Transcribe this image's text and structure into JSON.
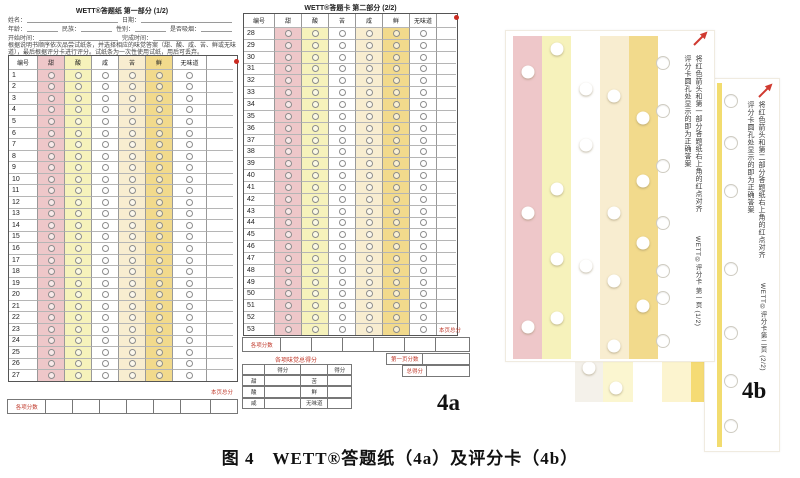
{
  "figure": {
    "caption": "图 4　WETT®答题纸（4a）及评分卡（4b）",
    "panel_a_label": "4a",
    "panel_b_label": "4b"
  },
  "sheet1": {
    "title": "WETT®答题纸 第一部分 (1/2)",
    "info": {
      "name": "姓名：",
      "date": "日期：",
      "age": "年龄：",
      "ethnicity": "民族：",
      "gender": "性别：",
      "smoker": "是否吸烟：",
      "start_time": "开始时间：",
      "finish_time": "完成时间："
    },
    "instructions": "根据说明书顺序依次品尝试纸条，并选择相应的味觉答案（甜、酸、咸、苦、鲜或无味道），最后根据评分卡进行评分。试纸条为一次性使用试纸，用后可丢弃。",
    "columns": [
      "编号",
      "甜",
      "酸",
      "咸",
      "苦",
      "鲜",
      "无味道"
    ],
    "row_numbers": [
      1,
      2,
      3,
      4,
      5,
      6,
      7,
      8,
      9,
      10,
      11,
      12,
      13,
      14,
      15,
      16,
      17,
      18,
      19,
      20,
      21,
      22,
      23,
      24,
      25,
      26,
      27
    ],
    "scores_row_label": "各项分数",
    "page_total_label": "本页总分"
  },
  "sheet2": {
    "title": "WETT®答题卡 第二部分 (2/2)",
    "columns": [
      "编号",
      "甜",
      "酸",
      "苦",
      "咸",
      "鲜",
      "无味道"
    ],
    "row_numbers": [
      28,
      29,
      30,
      31,
      32,
      33,
      34,
      35,
      36,
      37,
      38,
      39,
      40,
      41,
      42,
      43,
      44,
      45,
      46,
      47,
      48,
      49,
      50,
      51,
      52,
      53
    ],
    "scores_row_label": "各项分数",
    "page_total_label": "本页总分",
    "first_page_score_label": "第一页分数",
    "total_score_label": "总得分",
    "summary": {
      "title": "各项味觉总得分",
      "score_header": "得分",
      "rows": [
        [
          "甜",
          "苦"
        ],
        [
          "酸",
          "鲜"
        ],
        [
          "咸",
          "无味道"
        ]
      ]
    }
  },
  "card1": {
    "instruction_col1": "将红色箭头和第一部分答题纸右上角的红点对齐",
    "instruction_col2": "评分卡圆孔处显示的即为正确答案",
    "footer": "WETT®评分卡 第一页 (1/2)"
  },
  "card2": {
    "instruction_col1": "将红色箭头和第二部分答题纸右上角的红点对齐",
    "instruction_col2": "评分卡圆孔处显示的即为正确答案",
    "footer": "WETT®评分卡第二页 (2/2)"
  },
  "colors": {
    "sweet_pink": "#eec7c9",
    "sour_yellow": "#f6f2bb",
    "bitter_cream": "#f8edd0",
    "umami_yellow": "#f2da8c",
    "red_accent": "#c0392b",
    "arrow_red": "#d03a30"
  }
}
